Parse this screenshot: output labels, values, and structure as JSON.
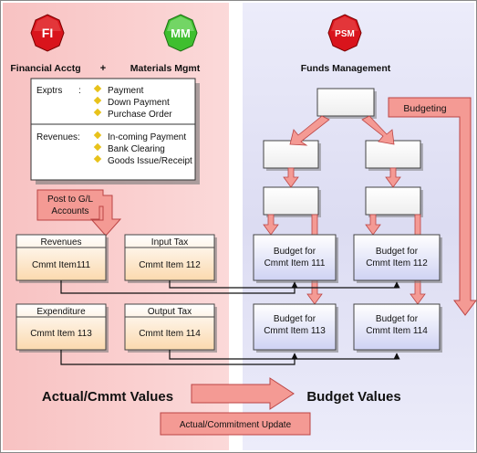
{
  "modules": {
    "fi": {
      "badge": "FI",
      "label": "Financial Acctg",
      "color": "#d9141c"
    },
    "plus": "+",
    "mm": {
      "badge": "MM",
      "label": "Materials Mgmt",
      "color": "#3fbf2f"
    },
    "psm": {
      "badge": "PSM",
      "label": "Funds Management",
      "color": "#d9141c"
    }
  },
  "source_box": {
    "exptrs_label": "Exptrs",
    "exptrs_colon": ":",
    "exptrs_items": [
      "Payment",
      "Down Payment",
      "Purchase Order"
    ],
    "revenues_label": "Revenues:",
    "revenues_items": [
      "In-coming Payment",
      "Bank Clearing",
      "Goods Issue/Receipt"
    ]
  },
  "post_to_gl": {
    "line1": "Post to G/L",
    "line2": "Accounts"
  },
  "budgeting": "Budgeting",
  "gl_accounts": [
    {
      "title": "Revenues",
      "item": "Cmmt Item111"
    },
    {
      "title": "Input Tax",
      "item": "Cmmt Item 112"
    },
    {
      "title": "Expenditure",
      "item": "Cmmt Item 113"
    },
    {
      "title": "Output Tax",
      "item": "Cmmt Item 114"
    }
  ],
  "budgets": [
    {
      "line1": "Budget for",
      "line2": "Cmmt Item 111"
    },
    {
      "line1": "Budget for",
      "line2": "Cmmt Item 112"
    },
    {
      "line1": "Budget for",
      "line2": "Cmmt Item 113"
    },
    {
      "line1": "Budget for",
      "line2": "Cmmt Item 114"
    }
  ],
  "bottom": {
    "actual_label": "Actual/Cmmt Values",
    "budget_label": "Budget Values",
    "update_label": "Actual/Commitment Update"
  },
  "colors": {
    "left_panel": "#f9c9c9",
    "right_panel": "#dcdcf2",
    "salmon": "#f49a94",
    "arrow_line": "#111111"
  }
}
